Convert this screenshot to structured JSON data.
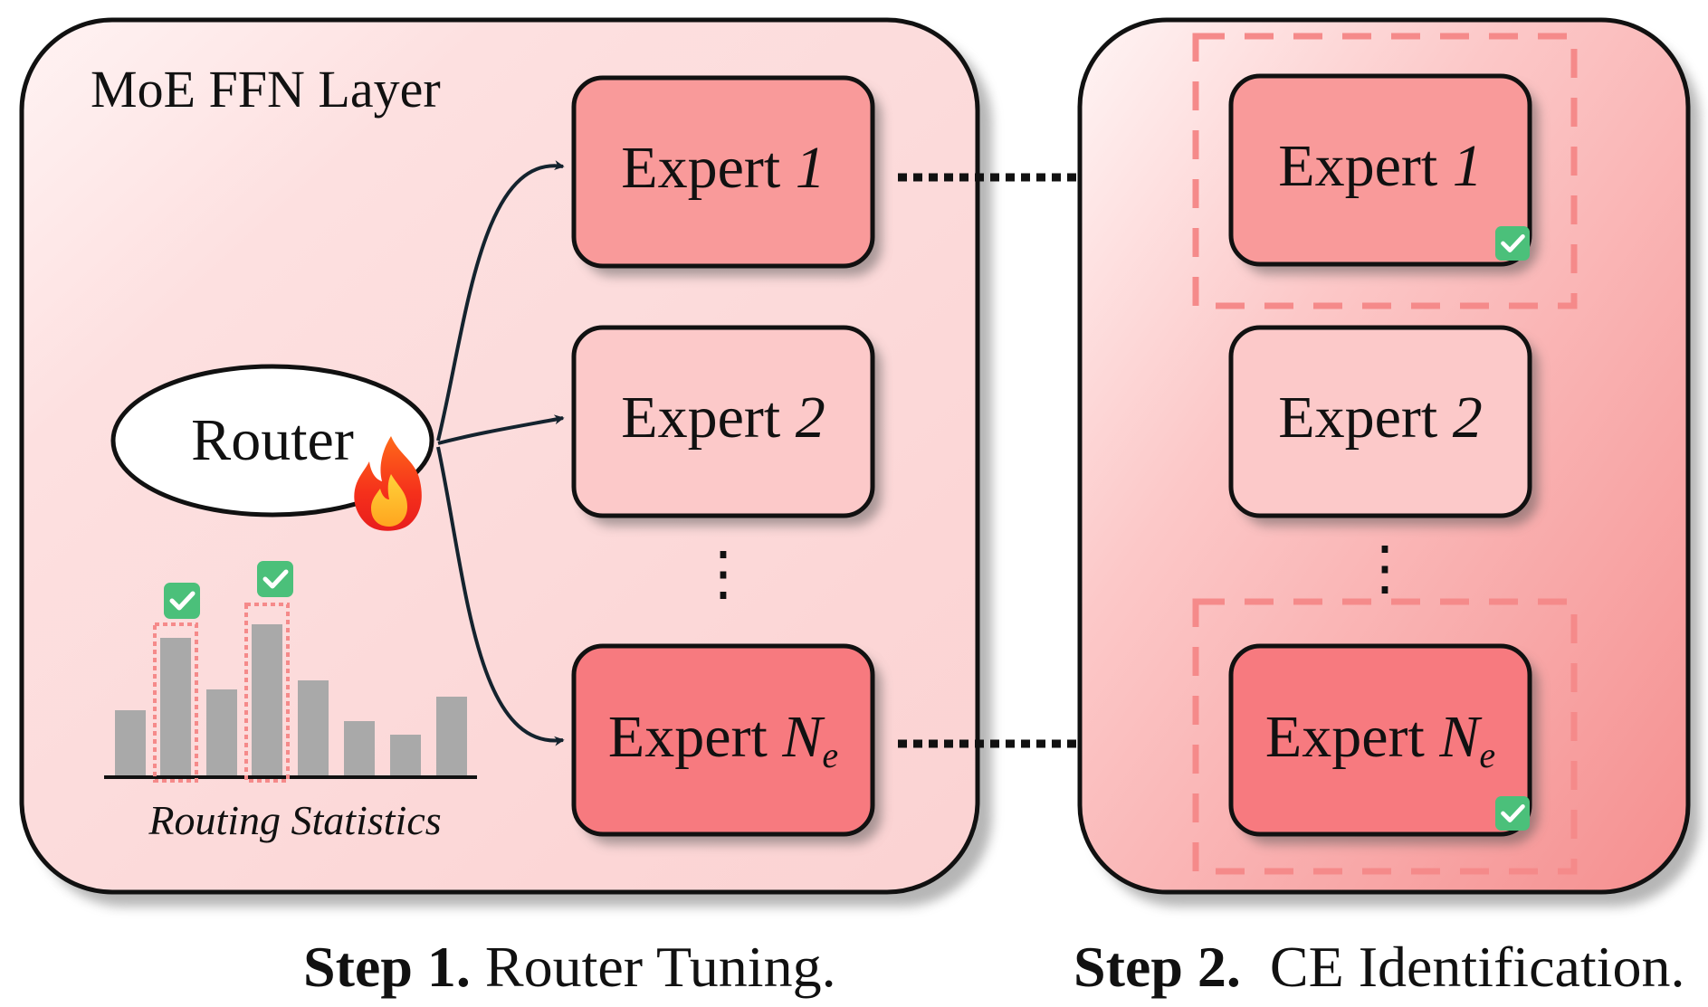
{
  "panel1": {
    "title": "MoE FFN Layer",
    "router_label": "Router",
    "routing_stats_label": "Routing Statistics",
    "fire_icon": "fire-icon",
    "check_icon": "check-icon",
    "experts": [
      {
        "prefix": "Expert ",
        "index": "1",
        "sub": ""
      },
      {
        "prefix": "Expert ",
        "index": "2",
        "sub": ""
      },
      {
        "prefix": "Expert ",
        "index": "N",
        "sub": "e"
      }
    ],
    "ellipsis": "⋮"
  },
  "panel2": {
    "experts": [
      {
        "prefix": "Expert ",
        "index": "1",
        "sub": ""
      },
      {
        "prefix": "Expert ",
        "index": "2",
        "sub": ""
      },
      {
        "prefix": "Expert ",
        "index": "N",
        "sub": "e"
      }
    ],
    "ellipsis": "⋮"
  },
  "captions": {
    "step1_bold": "Step 1.",
    "step1_text": " Router Tuning.",
    "step2_bold": "Step 2.",
    "step2_text": "  CE Identification."
  },
  "colors": {
    "panel1_bg": "#fbd9d9",
    "panel2_bg": "#f8a8a8",
    "expert_strong": "#f99a9a",
    "expert_light": "#fcc9c9",
    "expert_ne": "#f77a7f",
    "bar": "#a9a9a9",
    "dash": "#f58a8a",
    "check": "#4bc07a"
  }
}
